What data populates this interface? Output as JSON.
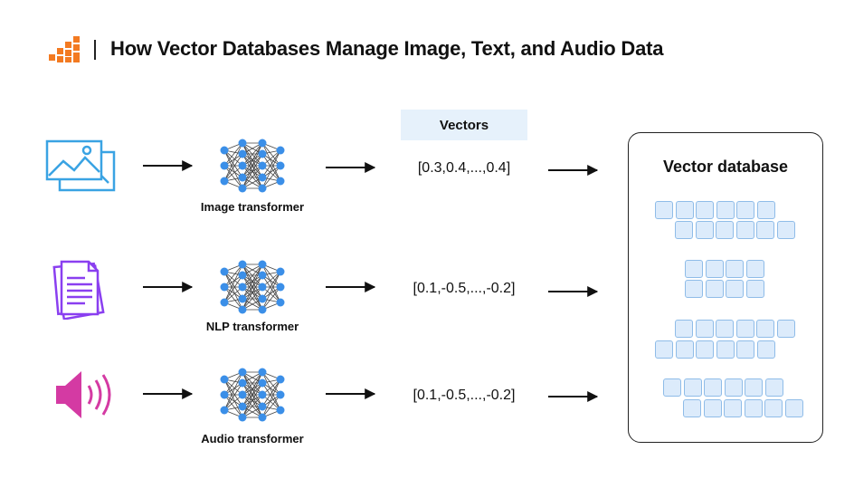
{
  "header": {
    "title": "How Vector Databases Manage Image, Text, and Audio Data",
    "logo_icon": "bar-chart-logo-icon",
    "accent_color": "#f37a21"
  },
  "vectors_header": "Vectors",
  "rows": [
    {
      "icon": "image-icon",
      "icon_color": "#3aa3e3",
      "transformer": "Image transformer",
      "vector": "[0.3,0.4,...,0.4]"
    },
    {
      "icon": "document-icon",
      "icon_color": "#8a3ff0",
      "transformer": "NLP transformer",
      "vector": "[0.1,-0.5,...,-0.2]"
    },
    {
      "icon": "speaker-icon",
      "icon_color": "#d43aa3",
      "transformer": "Audio transformer",
      "vector": "[0.1,-0.5,...,-0.2]"
    }
  ],
  "database": {
    "title": "Vector database",
    "cell_color": "#dcebfb",
    "cell_border_color": "#8fbce8"
  },
  "network_color": "#3b8fe8"
}
